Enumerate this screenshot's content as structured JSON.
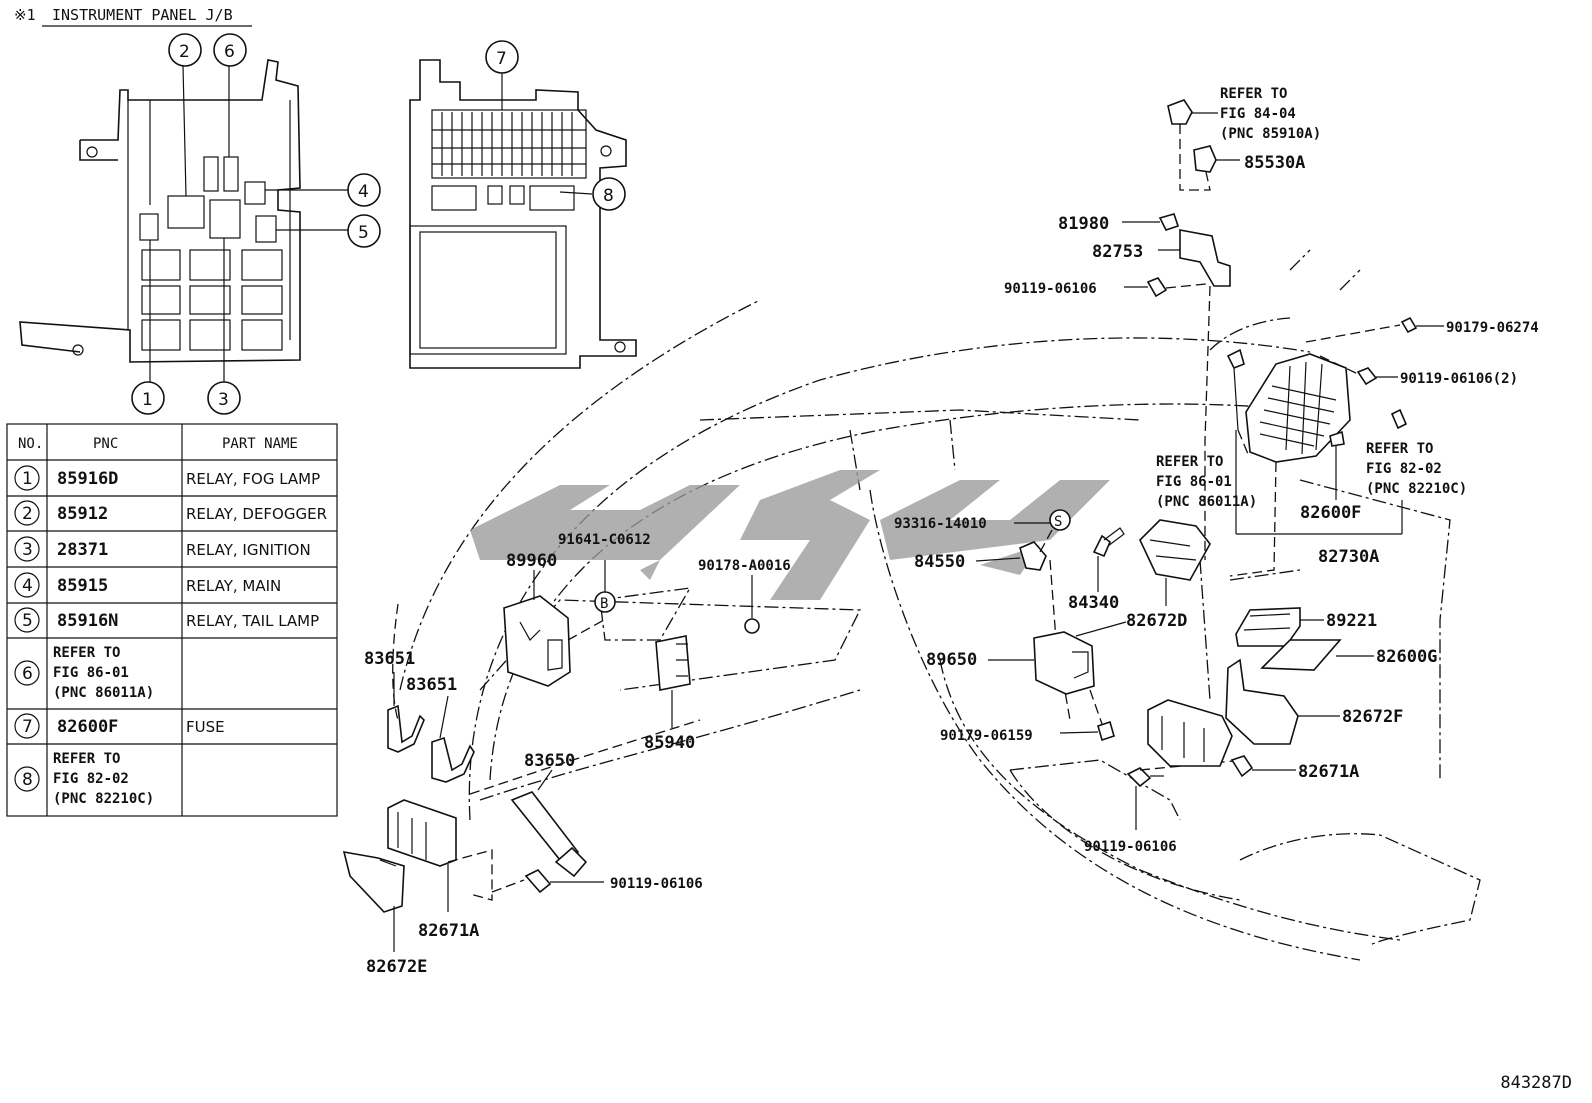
{
  "header": {
    "mark": "※1",
    "title": "INSTRUMENT PANEL J/B"
  },
  "callouts": [
    "1",
    "2",
    "3",
    "4",
    "5",
    "6",
    "7",
    "8"
  ],
  "table": {
    "columns": [
      "NO.",
      "PNC",
      "PART NAME"
    ],
    "rows": [
      {
        "no": "1",
        "pnc": "85916D",
        "name": "RELAY, FOG LAMP"
      },
      {
        "no": "2",
        "pnc": "85912",
        "name": "RELAY, DEFOGGER"
      },
      {
        "no": "3",
        "pnc": "28371",
        "name": "RELAY, IGNITION"
      },
      {
        "no": "4",
        "pnc": "85915",
        "name": "RELAY, MAIN"
      },
      {
        "no": "5",
        "pnc": "85916N",
        "name": "RELAY, TAIL LAMP"
      },
      {
        "no": "6",
        "ref": [
          "REFER TO",
          "FIG 86-01",
          "(PNC 86011A)"
        ]
      },
      {
        "no": "7",
        "pnc": "82600F",
        "name": "FUSE"
      },
      {
        "no": "8",
        "ref": [
          "REFER TO",
          "FIG 82-02",
          "(PNC 82210C)"
        ]
      }
    ]
  },
  "parts": {
    "p83651a": "83651",
    "p83651b": "83651",
    "p83650": "83650",
    "p82671a_left": "82671A",
    "p82672e": "82672E",
    "p90119_bottom": "90119-06106",
    "p89960": "89960",
    "p91641": "91641-C0612",
    "p90178": "90178-A0016",
    "p85940": "85940",
    "p93316": "93316-14010",
    "p84550": "84550",
    "p84340": "84340",
    "p82672d": "82672D",
    "p89650": "89650",
    "p90179_06159": "90179-06159",
    "p90119_center": "90119-06106",
    "p82671a_right": "82671A",
    "p82672f": "82672F",
    "p82600g": "82600G",
    "p89221": "89221",
    "p82730a": "82730A",
    "p82600f": "82600F",
    "p90179_06274": "90179-06274",
    "p90119_2": "90119-06106(2)",
    "p81980": "81980",
    "p82753": "82753",
    "p90119_top": "90119-06106",
    "p85530a": "85530A"
  },
  "refs": {
    "r84": [
      "REFER TO",
      "FIG 84-04",
      "(PNC 85910A)"
    ],
    "r86": [
      "REFER TO",
      "FIG 86-01",
      "(PNC 86011A)"
    ],
    "r82": [
      "REFER TO",
      "FIG 82-02",
      "(PNC 82210C)"
    ]
  },
  "markers": {
    "s": "S",
    "b": "B"
  },
  "diagram_code": "843287D"
}
